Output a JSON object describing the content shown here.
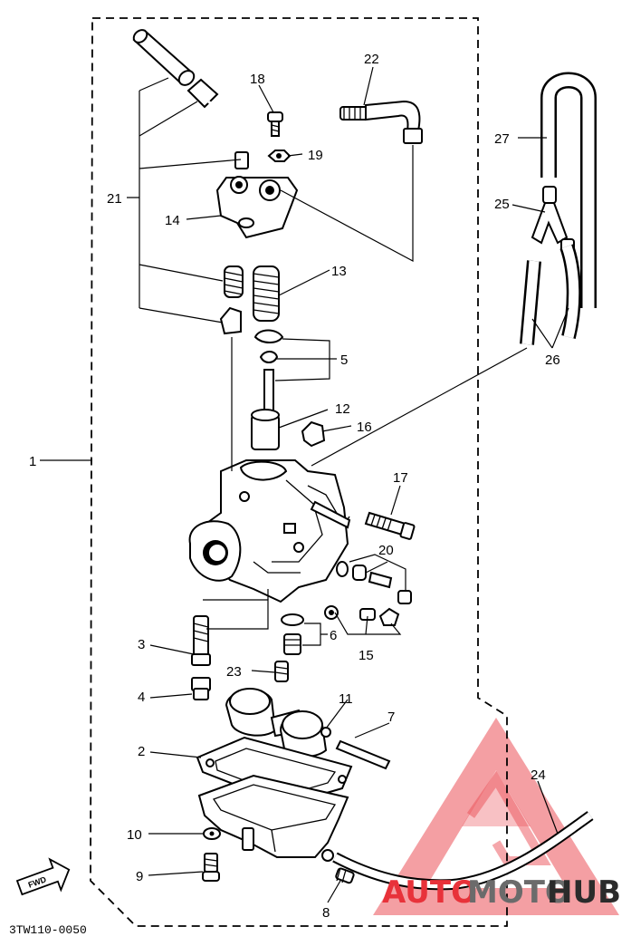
{
  "diagram_code": "3TW110-0050",
  "fwd_badge": "FWD",
  "watermark": {
    "part1": "AUTO",
    "part2": "MOTO",
    "part3": "HUB",
    "color_red": "#e8323a",
    "color_dark": "#2b2b2b",
    "color_mid": "#6b6b6b"
  },
  "callouts": {
    "c1": "1",
    "c2": "2",
    "c3": "3",
    "c4": "4",
    "c5": "5",
    "c6": "6",
    "c7": "7",
    "c8": "8",
    "c9": "9",
    "c10": "10",
    "c11": "11",
    "c12": "12",
    "c13": "13",
    "c14": "14",
    "c15": "15",
    "c16": "16",
    "c17": "17",
    "c18": "18",
    "c19": "19",
    "c20": "20",
    "c21": "21",
    "c22": "22",
    "c23": "23",
    "c24": "24",
    "c25": "25",
    "c26": "26",
    "c27": "27"
  }
}
